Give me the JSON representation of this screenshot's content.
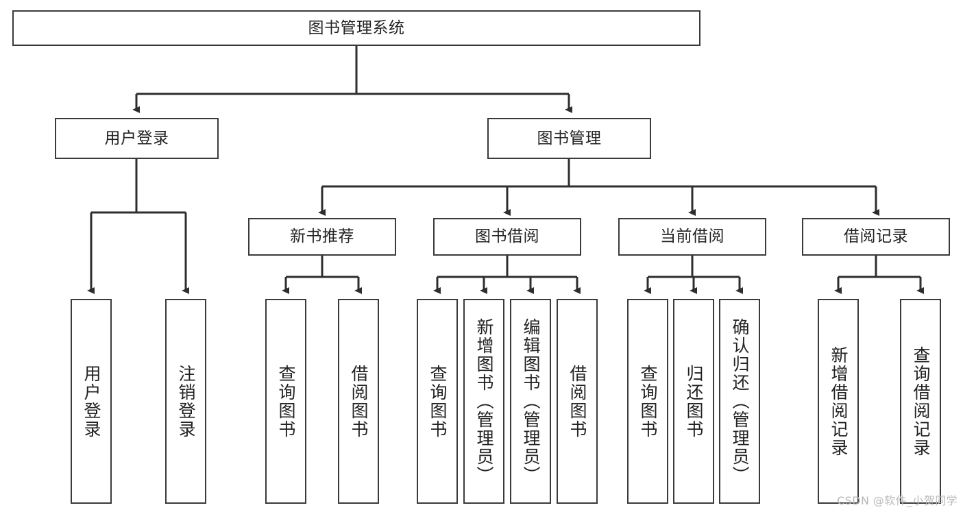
{
  "diagram": {
    "title": "图书管理系统",
    "type": "tree-hierarchy-chart",
    "root": {
      "id": "root",
      "label": "图书管理系统"
    },
    "level2": [
      {
        "id": "user-login",
        "label": "用户登录"
      },
      {
        "id": "book-manage",
        "label": "图书管理"
      }
    ],
    "level3": [
      {
        "id": "new-book-recommend",
        "label": "新书推荐"
      },
      {
        "id": "book-borrow",
        "label": "图书借阅"
      },
      {
        "id": "current-borrow",
        "label": "当前借阅"
      },
      {
        "id": "borrow-record",
        "label": "借阅记录"
      }
    ],
    "leaves": [
      {
        "id": "leaf-user-login",
        "label": "用户登录",
        "parent": "user-login"
      },
      {
        "id": "leaf-logout-login",
        "label": "注销登录",
        "parent": "user-login"
      },
      {
        "id": "leaf-query-book-1",
        "label": "查询图书",
        "parent": "new-book-recommend"
      },
      {
        "id": "leaf-borrow-book-1",
        "label": "借阅图书",
        "parent": "new-book-recommend"
      },
      {
        "id": "leaf-query-book-2",
        "label": "查询图书",
        "parent": "book-borrow"
      },
      {
        "id": "leaf-add-book",
        "label": "新增图书（管理员）",
        "parent": "book-borrow"
      },
      {
        "id": "leaf-edit-book",
        "label": "编辑图书（管理员）",
        "parent": "book-borrow"
      },
      {
        "id": "leaf-borrow-book-2",
        "label": "借阅图书",
        "parent": "book-borrow"
      },
      {
        "id": "leaf-query-book-3",
        "label": "查询图书",
        "parent": "current-borrow"
      },
      {
        "id": "leaf-return-book",
        "label": "归还图书",
        "parent": "current-borrow"
      },
      {
        "id": "leaf-confirm-return",
        "label": "确认归还（管理员）",
        "parent": "current-borrow"
      },
      {
        "id": "leaf-add-record",
        "label": "新增借阅记录",
        "parent": "borrow-record"
      },
      {
        "id": "leaf-query-record",
        "label": "查询借阅记录",
        "parent": "borrow-record"
      }
    ],
    "colors": {
      "box_stroke": "#3a3a3a",
      "box_fill": "#ffffff",
      "edge": "#2e2e2e",
      "text": "#222222",
      "watermark": "#b9b9b9",
      "background": "#ffffff"
    }
  },
  "watermark": {
    "text": "CSDN @软件_小贺同学"
  }
}
